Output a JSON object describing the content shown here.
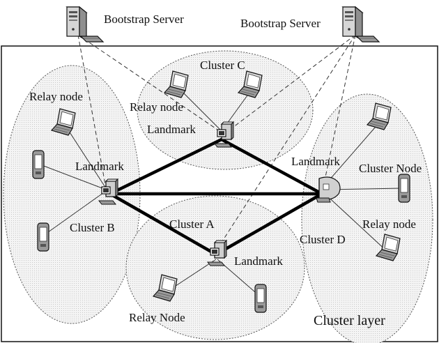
{
  "labels": {
    "bootstrap_server_1": "Bootstrap Server",
    "bootstrap_server_2": "Bootstrap Server",
    "cluster_a": "Cluster A",
    "cluster_b": "Cluster B",
    "cluster_c": "Cluster C",
    "cluster_d": "Cluster D",
    "landmark_a": "Landmark",
    "landmark_b": "Landmark",
    "landmark_c": "Landmark",
    "landmark_d": "Landmark",
    "relay_node_b": "Relay node",
    "relay_node_c": "Relay node",
    "relay_node_d": "Relay node",
    "relay_node_a": "Relay Node",
    "cluster_node_d": "Cluster Node",
    "cluster_layer": "Cluster layer"
  },
  "icons": {
    "server": "server-tower-icon",
    "laptop": "laptop-icon",
    "pda": "pda-icon",
    "desktop": "desktop-computer-icon",
    "router": "router-icon"
  }
}
